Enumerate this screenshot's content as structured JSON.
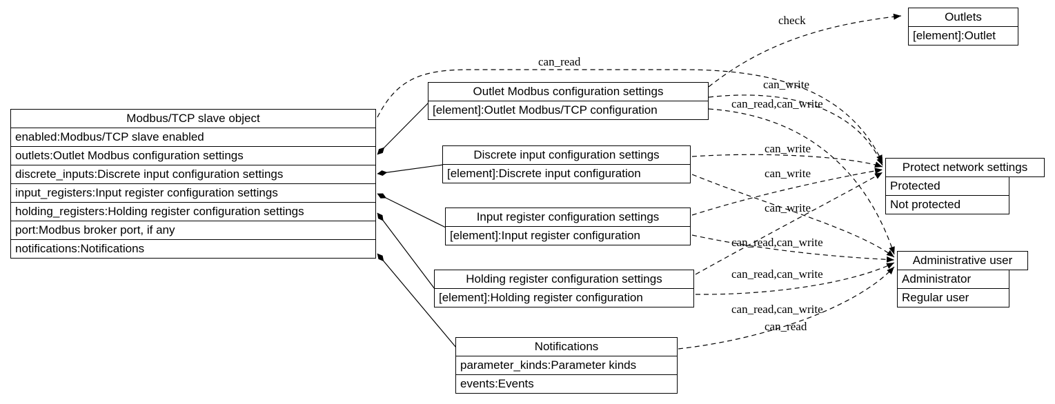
{
  "diagram": {
    "background": "#ffffff",
    "stroke_color": "#000000",
    "nodes": {
      "modbus_slave": {
        "title": "Modbus/TCP slave object",
        "rows": [
          "enabled:Modbus/TCP slave enabled",
          "outlets:Outlet Modbus configuration settings",
          "discrete_inputs:Discrete input configuration settings",
          "input_registers:Input register configuration settings",
          "holding_registers:Holding register configuration settings",
          "port:Modbus broker port, if any",
          "notifications:Notifications"
        ]
      },
      "outlet_modbus": {
        "title": "Outlet Modbus configuration settings",
        "rows": [
          "[element]:Outlet Modbus/TCP configuration"
        ]
      },
      "discrete_input": {
        "title": "Discrete input configuration settings",
        "rows": [
          "[element]:Discrete input configuration"
        ]
      },
      "input_register": {
        "title": "Input register configuration settings",
        "rows": [
          "[element]:Input register configuration"
        ]
      },
      "holding_register": {
        "title": "Holding register configuration settings",
        "rows": [
          "[element]:Holding register configuration"
        ]
      },
      "notifications": {
        "title": "Notifications",
        "rows": [
          "parameter_kinds:Parameter kinds",
          "events:Events"
        ]
      },
      "outlets": {
        "title": "Outlets",
        "rows": [
          "[element]:Outlet"
        ]
      },
      "protect_network": {
        "title": "Protect network settings",
        "rows": [
          "Protected",
          "Not protected"
        ]
      },
      "admin_user": {
        "title": "Administrative user",
        "rows": [
          "Administrator",
          "Regular user"
        ]
      }
    },
    "edge_labels": [
      {
        "id": "check",
        "label": "check",
        "from": "outlet_modbus",
        "to": "outlets"
      },
      {
        "id": "can-read-top",
        "label": "can_read",
        "from": "modbus_slave",
        "to": "protect_network"
      },
      {
        "id": "can-write-outlet",
        "label": "can_write",
        "from": "outlet_modbus",
        "to": "protect_network"
      },
      {
        "id": "can-read-write-outlet",
        "label": "can_read,can_write",
        "from": "outlet_modbus",
        "to": "admin_user"
      },
      {
        "id": "can-write-discrete",
        "label": "can_write",
        "from": "discrete_input",
        "to": "protect_network"
      },
      {
        "id": "can-write-input",
        "label": "can_write",
        "from": "input_register",
        "to": "protect_network"
      },
      {
        "id": "can-write-holding",
        "label": "can_write",
        "from": "holding_register",
        "to": "protect_network"
      },
      {
        "id": "can-read-write-discrete",
        "label": "can_read,can_write",
        "from": "discrete_input",
        "to": "admin_user"
      },
      {
        "id": "can-read-write-input",
        "label": "can_read,can_write",
        "from": "input_register",
        "to": "admin_user"
      },
      {
        "id": "can-read-write-holding",
        "label": "can_read,can_write",
        "from": "holding_register",
        "to": "admin_user"
      },
      {
        "id": "can-read-notifications",
        "label": "can_read",
        "from": "notifications",
        "to": "admin_user"
      }
    ]
  }
}
